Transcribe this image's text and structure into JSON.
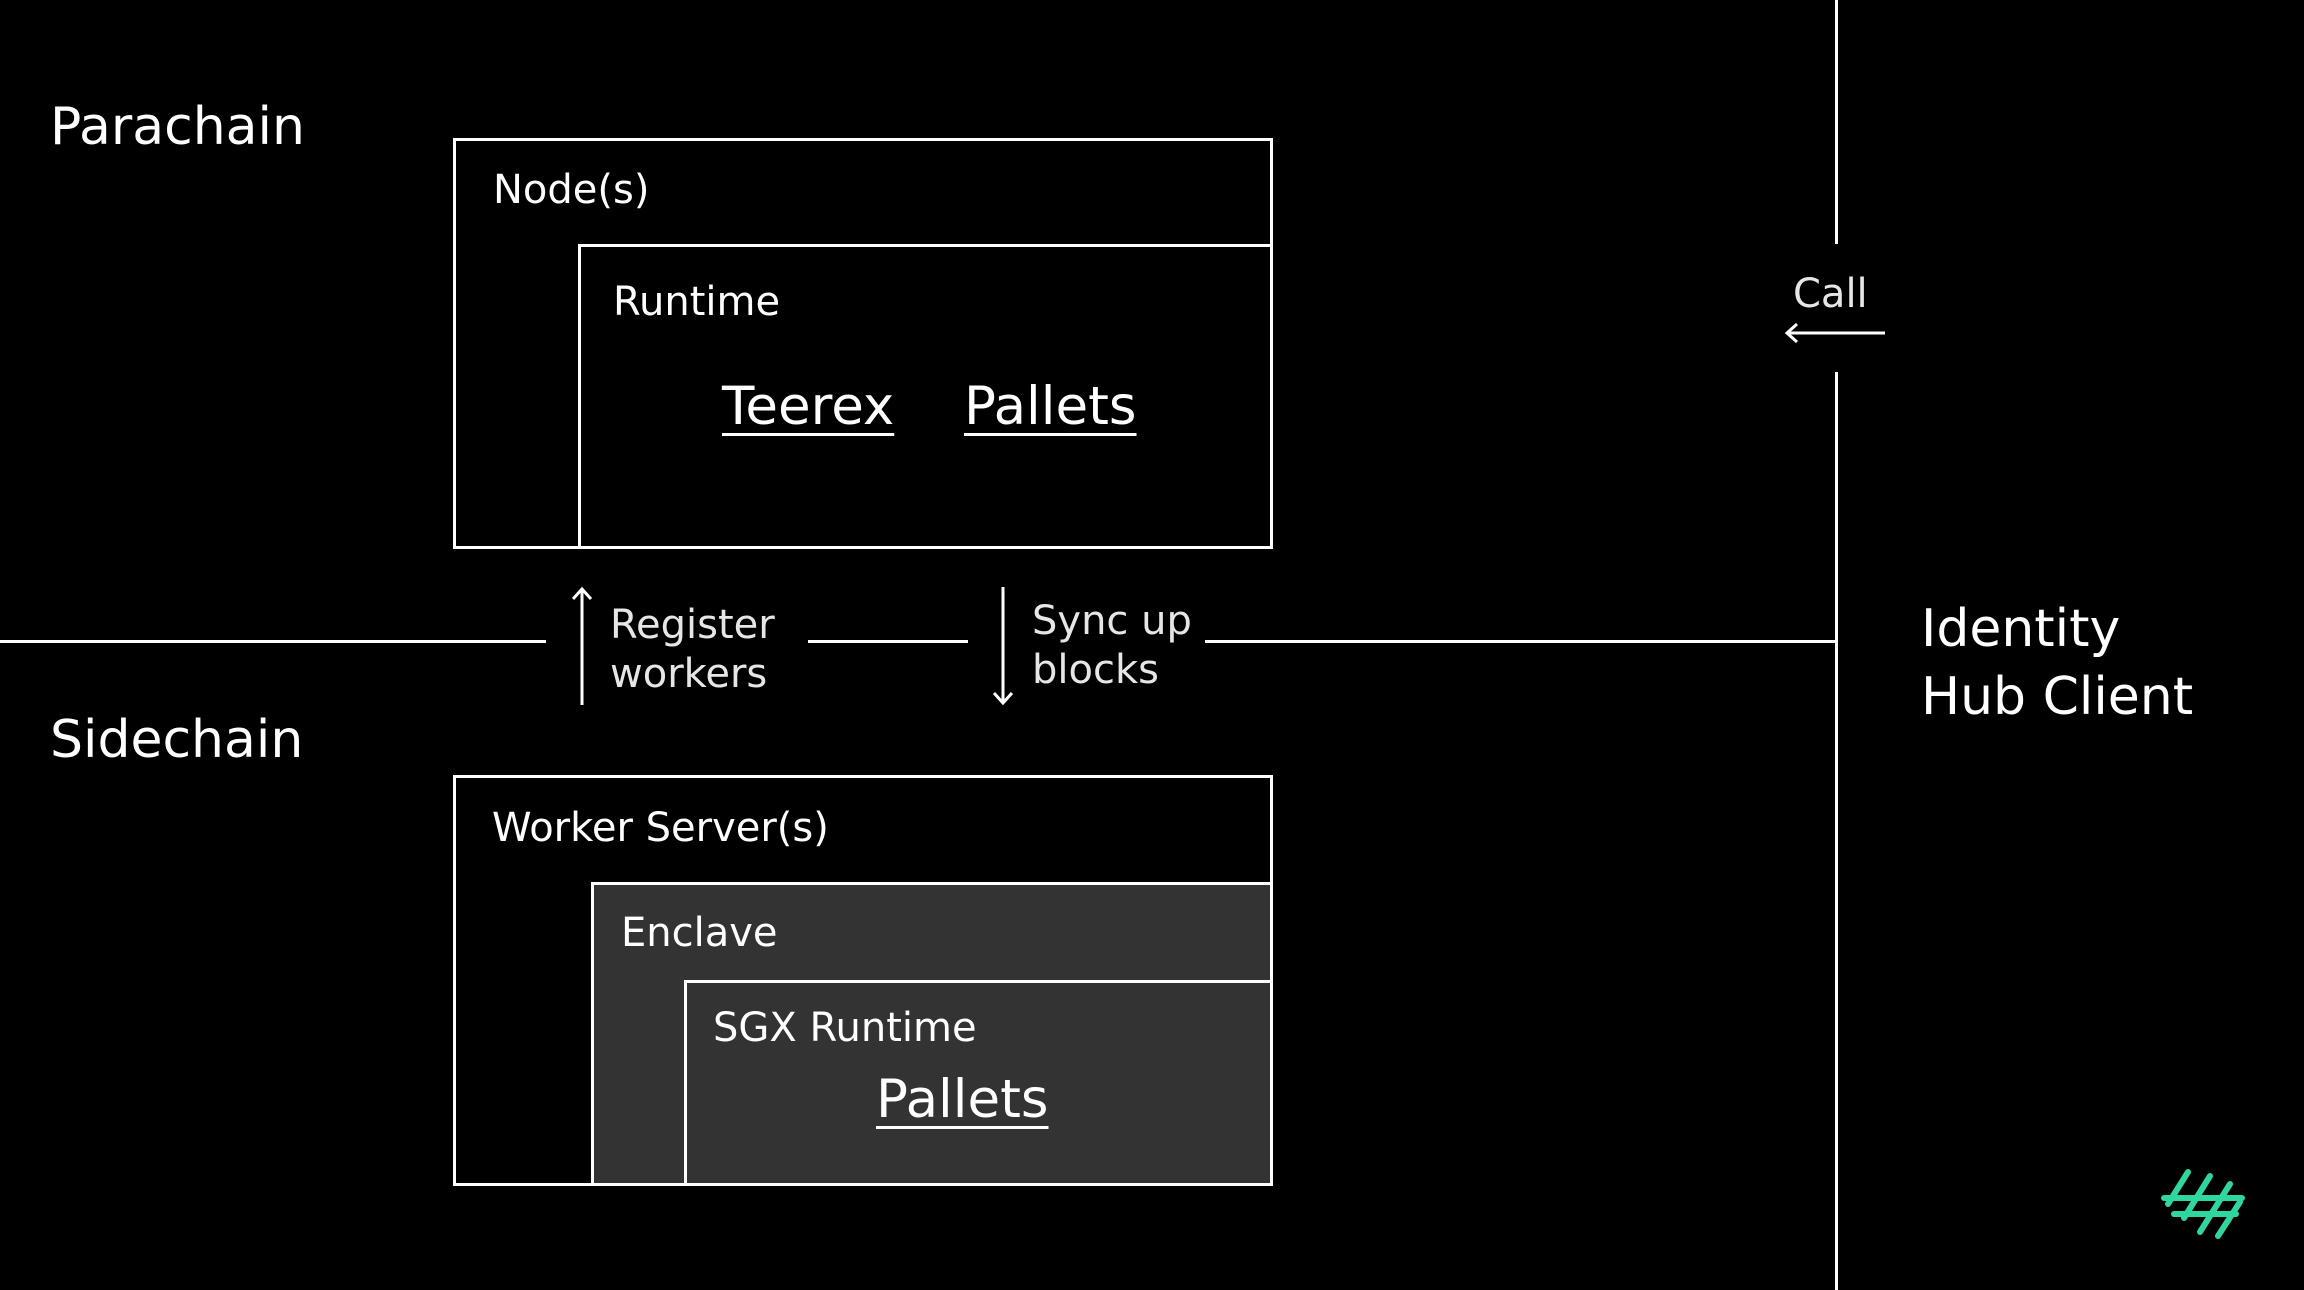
{
  "regions": {
    "parachain": "Parachain",
    "sidechain": "Sidechain",
    "client": "Identity\nHub Client"
  },
  "node": {
    "title": "Node(s)",
    "runtime": {
      "title": "Runtime",
      "items": [
        "Teerex",
        "Pallets"
      ]
    }
  },
  "worker": {
    "title": "Worker Server(s)",
    "enclave": {
      "title": "Enclave",
      "sgx_runtime": {
        "title": "SGX Runtime",
        "item": "Pallets"
      }
    }
  },
  "edges": {
    "register": "Register\nworkers",
    "sync": "Sync up\nblocks",
    "call": "Call"
  },
  "colors": {
    "background": "#000000",
    "stroke": "#ffffff",
    "enclave_fill": "#333333",
    "logo": "#2fd6a0"
  },
  "icons": {
    "register_arrow": "arrow-up-icon",
    "sync_arrow": "arrow-down-icon",
    "call_arrow": "arrow-left-icon",
    "brand": "brand-logo-icon"
  }
}
